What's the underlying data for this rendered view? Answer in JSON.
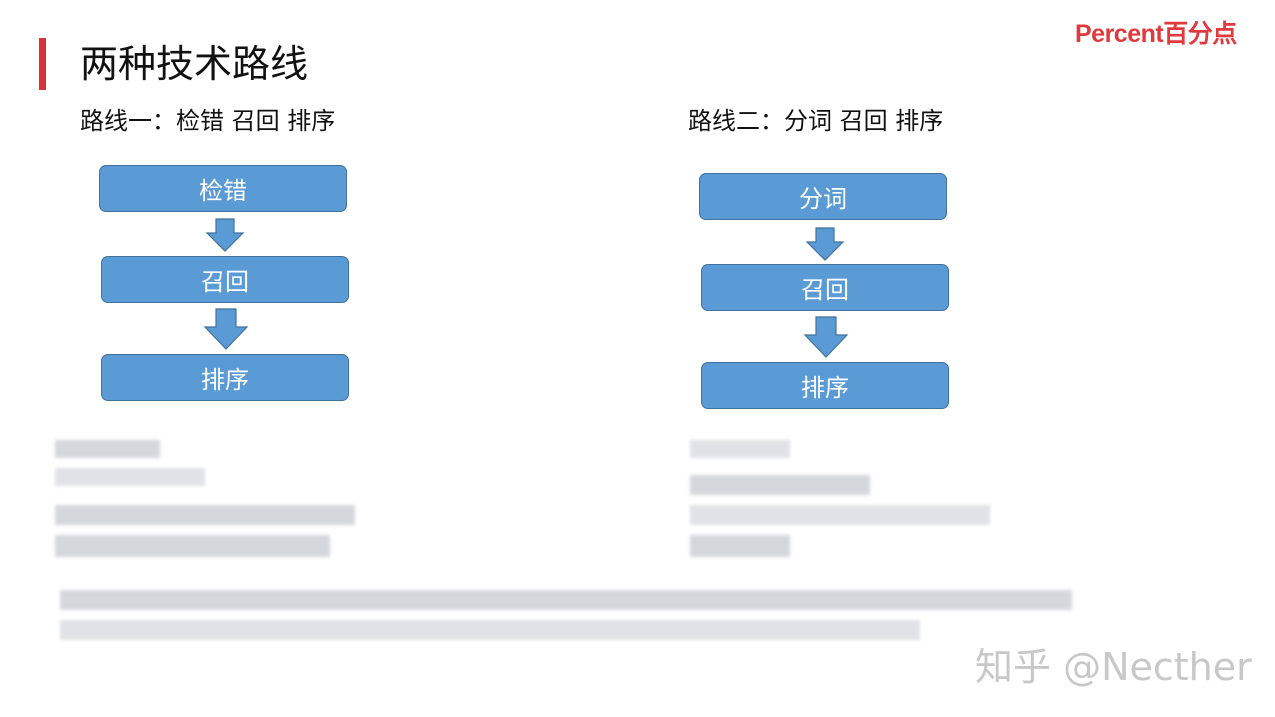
{
  "page": {
    "title": "两种技术路线",
    "logo": "Percent百分点"
  },
  "route1": {
    "heading": "路线一：检错 召回 排序",
    "steps": [
      "检错",
      "召回",
      "排序"
    ]
  },
  "route2": {
    "heading": "路线二：分词 召回 排序",
    "steps": [
      "分词",
      "召回",
      "排序"
    ]
  },
  "watermark": "知乎 @Necther",
  "colors": {
    "accent": "#d6343b",
    "box_fill": "#5b9bd5",
    "box_border": "#41719c",
    "logo": "#e0393e"
  }
}
